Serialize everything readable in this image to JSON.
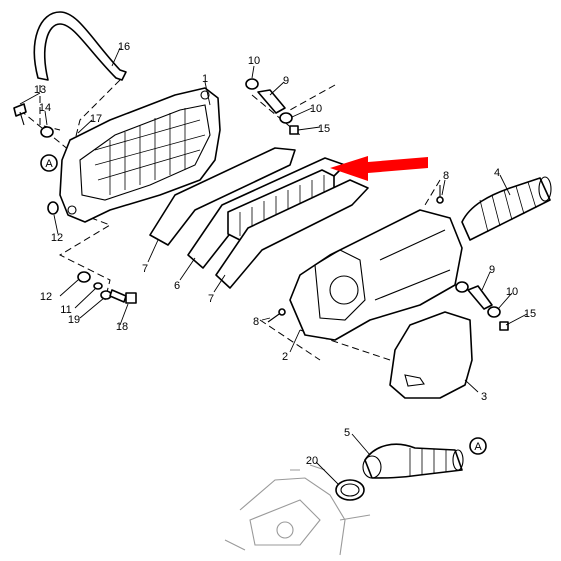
{
  "callouts": [
    {
      "id": "c1",
      "label": "1"
    },
    {
      "id": "c2",
      "label": "2"
    },
    {
      "id": "c3",
      "label": "3"
    },
    {
      "id": "c4",
      "label": "4"
    },
    {
      "id": "c5",
      "label": "5"
    },
    {
      "id": "c6",
      "label": "6"
    },
    {
      "id": "c7a",
      "label": "7"
    },
    {
      "id": "c7b",
      "label": "7"
    },
    {
      "id": "c8a",
      "label": "8"
    },
    {
      "id": "c8b",
      "label": "8"
    },
    {
      "id": "c9a",
      "label": "9"
    },
    {
      "id": "c9b",
      "label": "9"
    },
    {
      "id": "c10a",
      "label": "10"
    },
    {
      "id": "c10b",
      "label": "10"
    },
    {
      "id": "c10c",
      "label": "10"
    },
    {
      "id": "c11",
      "label": "11"
    },
    {
      "id": "c12a",
      "label": "12"
    },
    {
      "id": "c12b",
      "label": "12"
    },
    {
      "id": "c13",
      "label": "13"
    },
    {
      "id": "c14",
      "label": "14"
    },
    {
      "id": "c15a",
      "label": "15"
    },
    {
      "id": "c15b",
      "label": "15"
    },
    {
      "id": "c16",
      "label": "16"
    },
    {
      "id": "c17",
      "label": "17"
    },
    {
      "id": "c18",
      "label": "18"
    },
    {
      "id": "c19",
      "label": "19"
    },
    {
      "id": "c20",
      "label": "20"
    }
  ],
  "connector_markers": {
    "a_top": "A",
    "a_bottom": "A"
  },
  "colors": {
    "line": "#000000",
    "arrow": "#ff0000",
    "engine_ghost": "#9a9a9a",
    "background": "#ffffff"
  },
  "icons": {
    "pointer": "red-arrow-icon"
  }
}
